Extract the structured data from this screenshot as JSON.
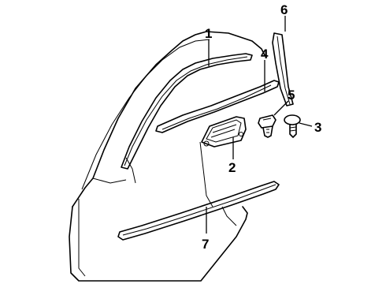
{
  "diagram": {
    "callouts": [
      {
        "id": "1",
        "label": "1"
      },
      {
        "id": "2",
        "label": "2"
      },
      {
        "id": "3",
        "label": "3"
      },
      {
        "id": "4",
        "label": "4"
      },
      {
        "id": "5",
        "label": "5"
      },
      {
        "id": "6",
        "label": "6"
      },
      {
        "id": "7",
        "label": "7"
      }
    ],
    "parts": [
      "door-shell",
      "window-frame-molding",
      "door-handle-assembly",
      "clip-fastener",
      "belt-molding",
      "screw-fastener",
      "pillar-molding",
      "body-side-molding"
    ]
  }
}
